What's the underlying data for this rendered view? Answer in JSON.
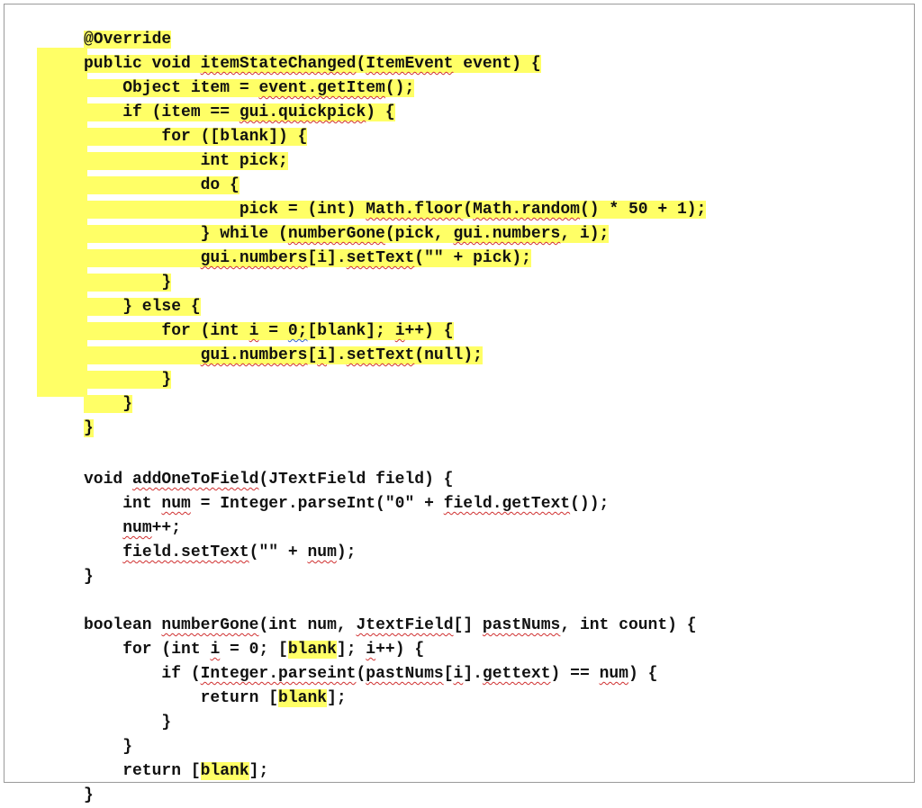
{
  "document": {
    "block1": [
      [
        "@Override"
      ],
      [
        "public void ",
        {
          "t": "itemStateChanged",
          "sq": 1
        },
        "(",
        {
          "t": "ItemEvent",
          "sq": 1
        },
        " event) {"
      ],
      [
        "    Object item = ",
        {
          "t": "event.getItem",
          "sq": 1
        },
        "();"
      ],
      [
        "    if (item == ",
        {
          "t": "gui.quickpick",
          "sq": 1
        },
        ") {"
      ],
      [
        "        for ([blank]) {"
      ],
      [
        "            int pick;"
      ],
      [
        "            do {"
      ],
      [
        "                pick = (int) ",
        {
          "t": "Math.floor",
          "sq": 1
        },
        "(",
        {
          "t": "Math.random",
          "sq": 1
        },
        "() * 50 + 1);"
      ],
      [
        "            } while (",
        {
          "t": "numberGone",
          "sq": 1
        },
        "(pick, ",
        {
          "t": "gui.numbers",
          "sq": 1
        },
        ", i);"
      ],
      [
        "            ",
        {
          "t": "gui.numbers",
          "sq": 1
        },
        "[i].",
        {
          "t": "setText",
          "sq": 1
        },
        "(\"\" + pick);"
      ],
      [
        "        }"
      ],
      [
        "    } else {"
      ],
      [
        "        for (int ",
        {
          "t": "i",
          "sq": 1
        },
        " = ",
        {
          "t": "0;",
          "sqb": 1
        },
        "[blank]; ",
        {
          "t": "i",
          "sq": 1
        },
        "++) {"
      ],
      [
        "            ",
        {
          "t": "gui.numbers",
          "sq": 1
        },
        "[",
        {
          "t": "i",
          "sq": 1
        },
        "].",
        {
          "t": "setText",
          "sq": 1
        },
        "(null);"
      ],
      [
        "        }"
      ],
      [
        "    }"
      ],
      [
        "}"
      ]
    ],
    "block2": [
      [
        {
          "t": "void ",
          "w": 1
        },
        {
          "t": "addOneToField",
          "sq": 1,
          "w": 1
        },
        {
          "t": "(JTextField field) {",
          "w": 1
        }
      ],
      [
        {
          "t": "    int ",
          "w": 1
        },
        {
          "t": "num",
          "sq": 1,
          "w": 1
        },
        {
          "t": " = Integer.parseInt(\"0\" + ",
          "w": 1
        },
        {
          "t": "field.getText",
          "sq": 1,
          "w": 1
        },
        {
          "t": "());",
          "w": 1
        }
      ],
      [
        {
          "t": "    ",
          "w": 1
        },
        {
          "t": "num",
          "sq": 1,
          "w": 1
        },
        {
          "t": "++;",
          "w": 1
        }
      ],
      [
        {
          "t": "    ",
          "w": 1
        },
        {
          "t": "field.setText",
          "sq": 1,
          "w": 1
        },
        {
          "t": "(\"\" + ",
          "w": 1
        },
        {
          "t": "num",
          "sq": 1,
          "w": 1
        },
        {
          "t": ");",
          "w": 1
        }
      ],
      [
        {
          "t": "}",
          "w": 1
        }
      ],
      [
        {
          "t": "",
          "w": 1
        }
      ],
      [
        {
          "t": "boolean ",
          "w": 1
        },
        {
          "t": "numberGone",
          "sq": 1,
          "w": 1
        },
        {
          "t": "(int num, ",
          "w": 1
        },
        {
          "t": "JtextField",
          "sq": 1,
          "w": 1
        },
        {
          "t": "[] ",
          "w": 1
        },
        {
          "t": "pastNums",
          "sq": 1,
          "w": 1
        },
        {
          "t": ", int count) {",
          "w": 1
        }
      ],
      [
        {
          "t": "    for (int ",
          "w": 1
        },
        {
          "t": "i",
          "sq": 1,
          "w": 1
        },
        {
          "t": " = 0; [",
          "w": 1
        },
        {
          "t": "blank"
        },
        {
          "t": "]; ",
          "w": 1
        },
        {
          "t": "i",
          "sq": 1,
          "w": 1
        },
        {
          "t": "++) {",
          "w": 1
        }
      ],
      [
        {
          "t": "        if (",
          "w": 1
        },
        {
          "t": "Integer.parseint",
          "sq": 1,
          "w": 1
        },
        {
          "t": "(",
          "w": 1
        },
        {
          "t": "pastNums",
          "sq": 1,
          "w": 1
        },
        {
          "t": "[",
          "w": 1
        },
        {
          "t": "i",
          "sq": 1,
          "w": 1
        },
        {
          "t": "].",
          "w": 1
        },
        {
          "t": "gettext",
          "sq": 1,
          "w": 1
        },
        {
          "t": ") == ",
          "w": 1
        },
        {
          "t": "num",
          "sq": 1,
          "w": 1
        },
        {
          "t": ") {",
          "w": 1
        }
      ],
      [
        {
          "t": "            return [",
          "w": 1
        },
        {
          "t": "blank"
        },
        {
          "t": "];",
          "w": 1
        }
      ],
      [
        {
          "t": "        }",
          "w": 1
        }
      ],
      [
        {
          "t": "    }",
          "w": 1
        }
      ],
      [
        {
          "t": "    return [",
          "w": 1
        },
        {
          "t": "blank"
        },
        {
          "t": "];",
          "w": 1
        }
      ],
      [
        {
          "t": "}",
          "w": 1
        }
      ]
    ]
  }
}
